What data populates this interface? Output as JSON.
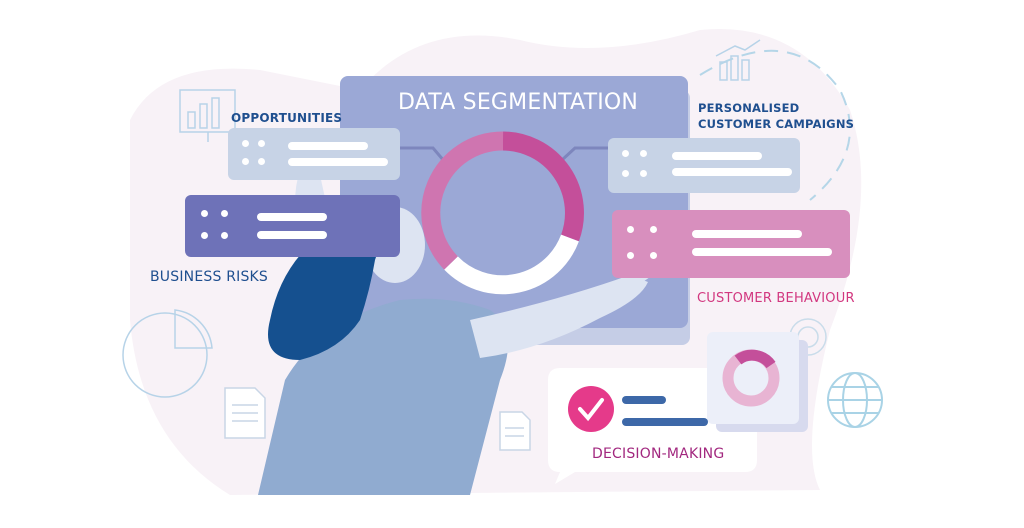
{
  "title": "DATA SEGMENTATION",
  "labels": {
    "opportunities": "OPPORTUNITIES",
    "business_risks": "BUSINESS RISKS",
    "personalised_line1": "PERSONALISED",
    "personalised_line2": "CUSTOMER CAMPAIGNS",
    "customer_behaviour": "CUSTOMER BEHAVIOUR",
    "decision_making": "DECISION-MAKING"
  },
  "icons": [
    "bar-chart-icon",
    "pie-chart-icon",
    "document-icon",
    "globe-icon",
    "donut-chart-icon",
    "check-icon"
  ],
  "colors": {
    "panel": "#9ba8d6",
    "pink": "#c44f9a",
    "lightpink": "#d58bbd",
    "navy": "#15508f",
    "purple": "#6e72b8",
    "grey": "#c7d3e6"
  }
}
